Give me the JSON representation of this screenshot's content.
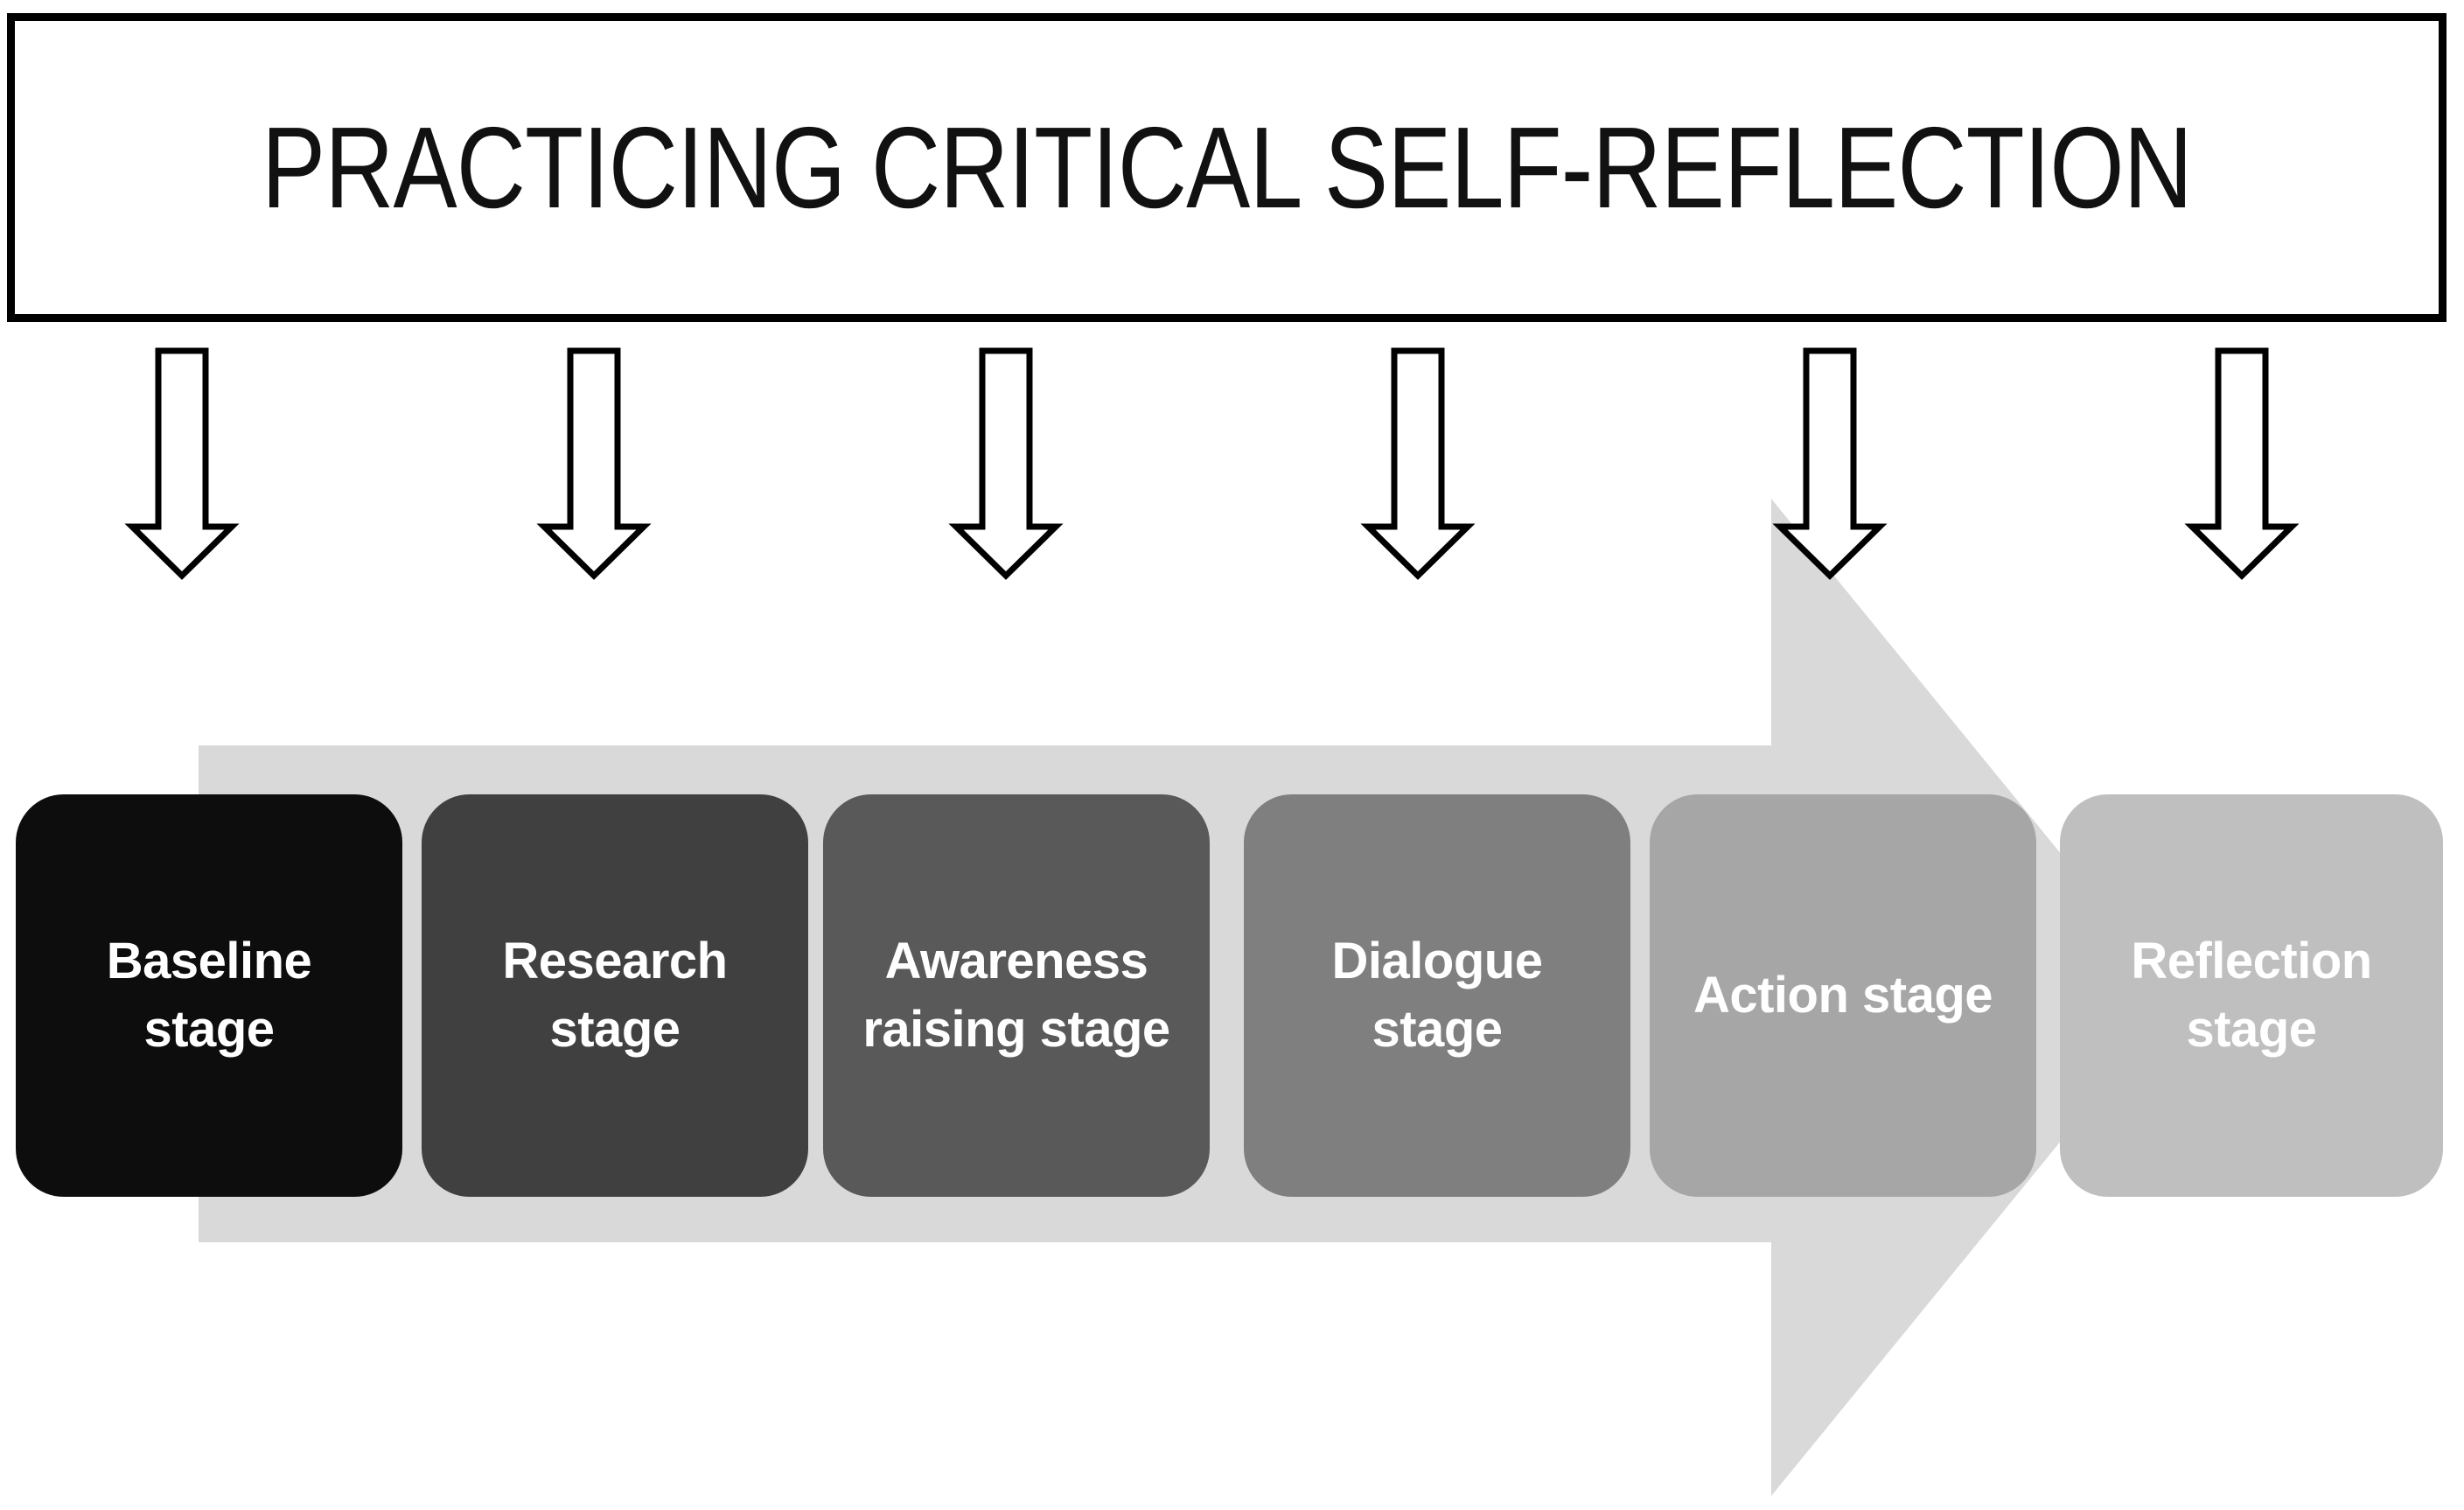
{
  "title": {
    "text": "PRACTICING CRITICAL SELF-REFLECTION"
  },
  "title_box": {
    "border_color": "#000000",
    "fill": "#ffffff",
    "text_color": "#111111"
  },
  "stages": [
    {
      "label": "Baseline stage",
      "color": "#0d0d0d",
      "text_color": "#ffffff"
    },
    {
      "label": "Research stage",
      "color": "#404040",
      "text_color": "#ffffff"
    },
    {
      "label": "Awareness raising stage",
      "color": "#595959",
      "text_color": "#ffffff"
    },
    {
      "label": "Dialogue stage",
      "color": "#7f7f7f",
      "text_color": "#ffffff"
    },
    {
      "label": "Action stage",
      "color": "#a6a6a6",
      "text_color": "#ffffff"
    },
    {
      "label": "Reflection stage",
      "color": "#bfbfbf",
      "text_color": "#ffffff"
    }
  ],
  "flow_arrow": {
    "direction": "right",
    "color": "#d9d9d9"
  },
  "down_arrows": {
    "count": 6,
    "fill": "#ffffff",
    "stroke": "#000000"
  },
  "background_color": "#ffffff"
}
